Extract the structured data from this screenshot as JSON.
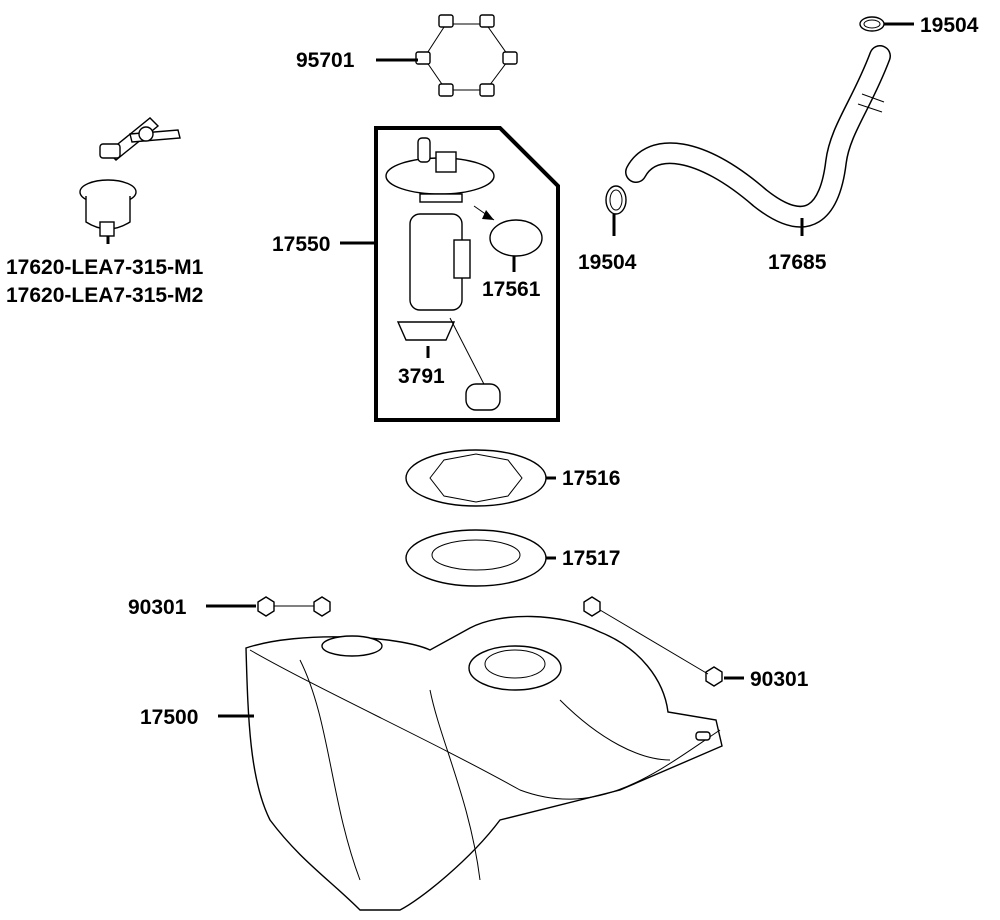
{
  "labels": {
    "p95701": "95701",
    "p19504_top": "19504",
    "p19504_clamp": "19504",
    "p17685": "17685",
    "p17550": "17550",
    "p17561": "17561",
    "p3791": "3791",
    "p17620_m1": "17620-LEA7-315-M1",
    "p17620_m2": "17620-LEA7-315-M2",
    "p17516": "17516",
    "p17517": "17517",
    "p90301_left": "90301",
    "p90301_right": "90301",
    "p17500": "17500"
  }
}
